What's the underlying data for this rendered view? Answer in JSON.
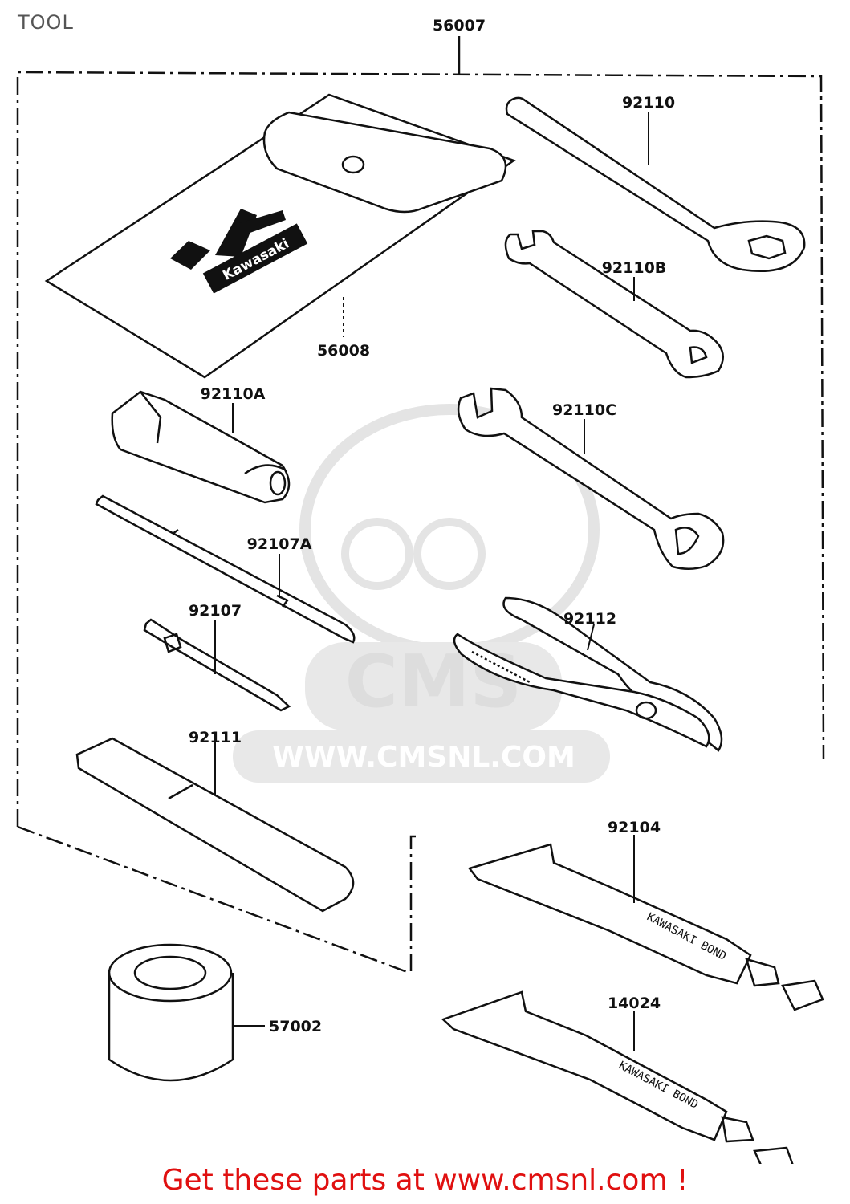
{
  "page": {
    "section_title": "TOOL"
  },
  "parts": {
    "set_label": "56007",
    "bag": "56008",
    "wrench_box": "92110",
    "wrench_b": "92110B",
    "socket_a": "92110A",
    "wrench_c": "92110C",
    "screwdriver_handle": "92107A",
    "screwdriver": "92107",
    "pliers": "92112",
    "grip": "92111",
    "tube_92104": "92104",
    "tube_14024": "14024",
    "can": "57002"
  },
  "logos": {
    "bag_logo": "Kawasaki",
    "tube_text_1": "KAWASAKI BOND",
    "tube_text_2": "KAWASAKI BOND",
    "watermark": "CMS",
    "watermark_url": "WWW.CMSNL.COM"
  },
  "footer": {
    "text": "Get these parts at www.cmsnl.com !"
  },
  "colors": {
    "footer": "#e01010",
    "line": "#111111",
    "watermark": "#e6e6e6"
  }
}
